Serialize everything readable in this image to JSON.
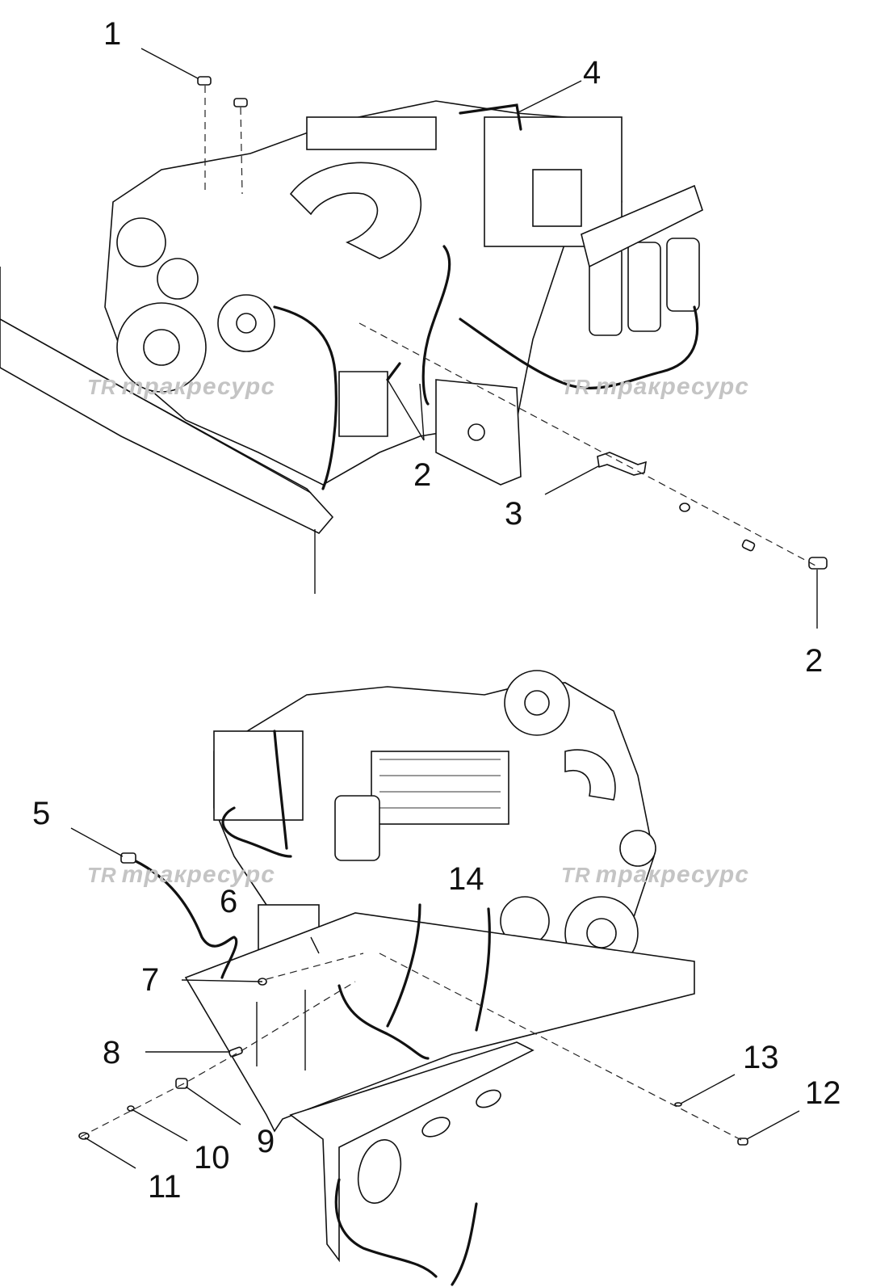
{
  "callouts": {
    "n1": "1",
    "n2a": "2",
    "n2b": "2",
    "n3": "3",
    "n4": "4",
    "n5": "5",
    "n6": "6",
    "n7": "7",
    "n8": "8",
    "n9": "9",
    "n10": "10",
    "n11": "11",
    "n12": "12",
    "n13": "13",
    "n14": "14"
  },
  "watermark": {
    "logo": "TR",
    "text": "тракресурс"
  }
}
